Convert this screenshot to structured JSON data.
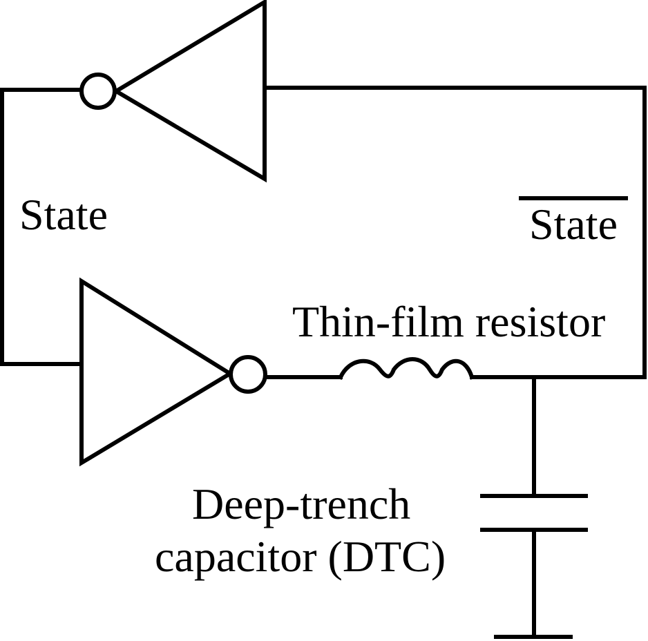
{
  "labels": {
    "state": "State",
    "state_bar": "State",
    "resistor": "Thin-film resistor",
    "capacitor_line1": "Deep-trench",
    "capacitor_line2": "capacitor (DTC)"
  },
  "colors": {
    "line": "#000000",
    "background": "#ffffff"
  }
}
